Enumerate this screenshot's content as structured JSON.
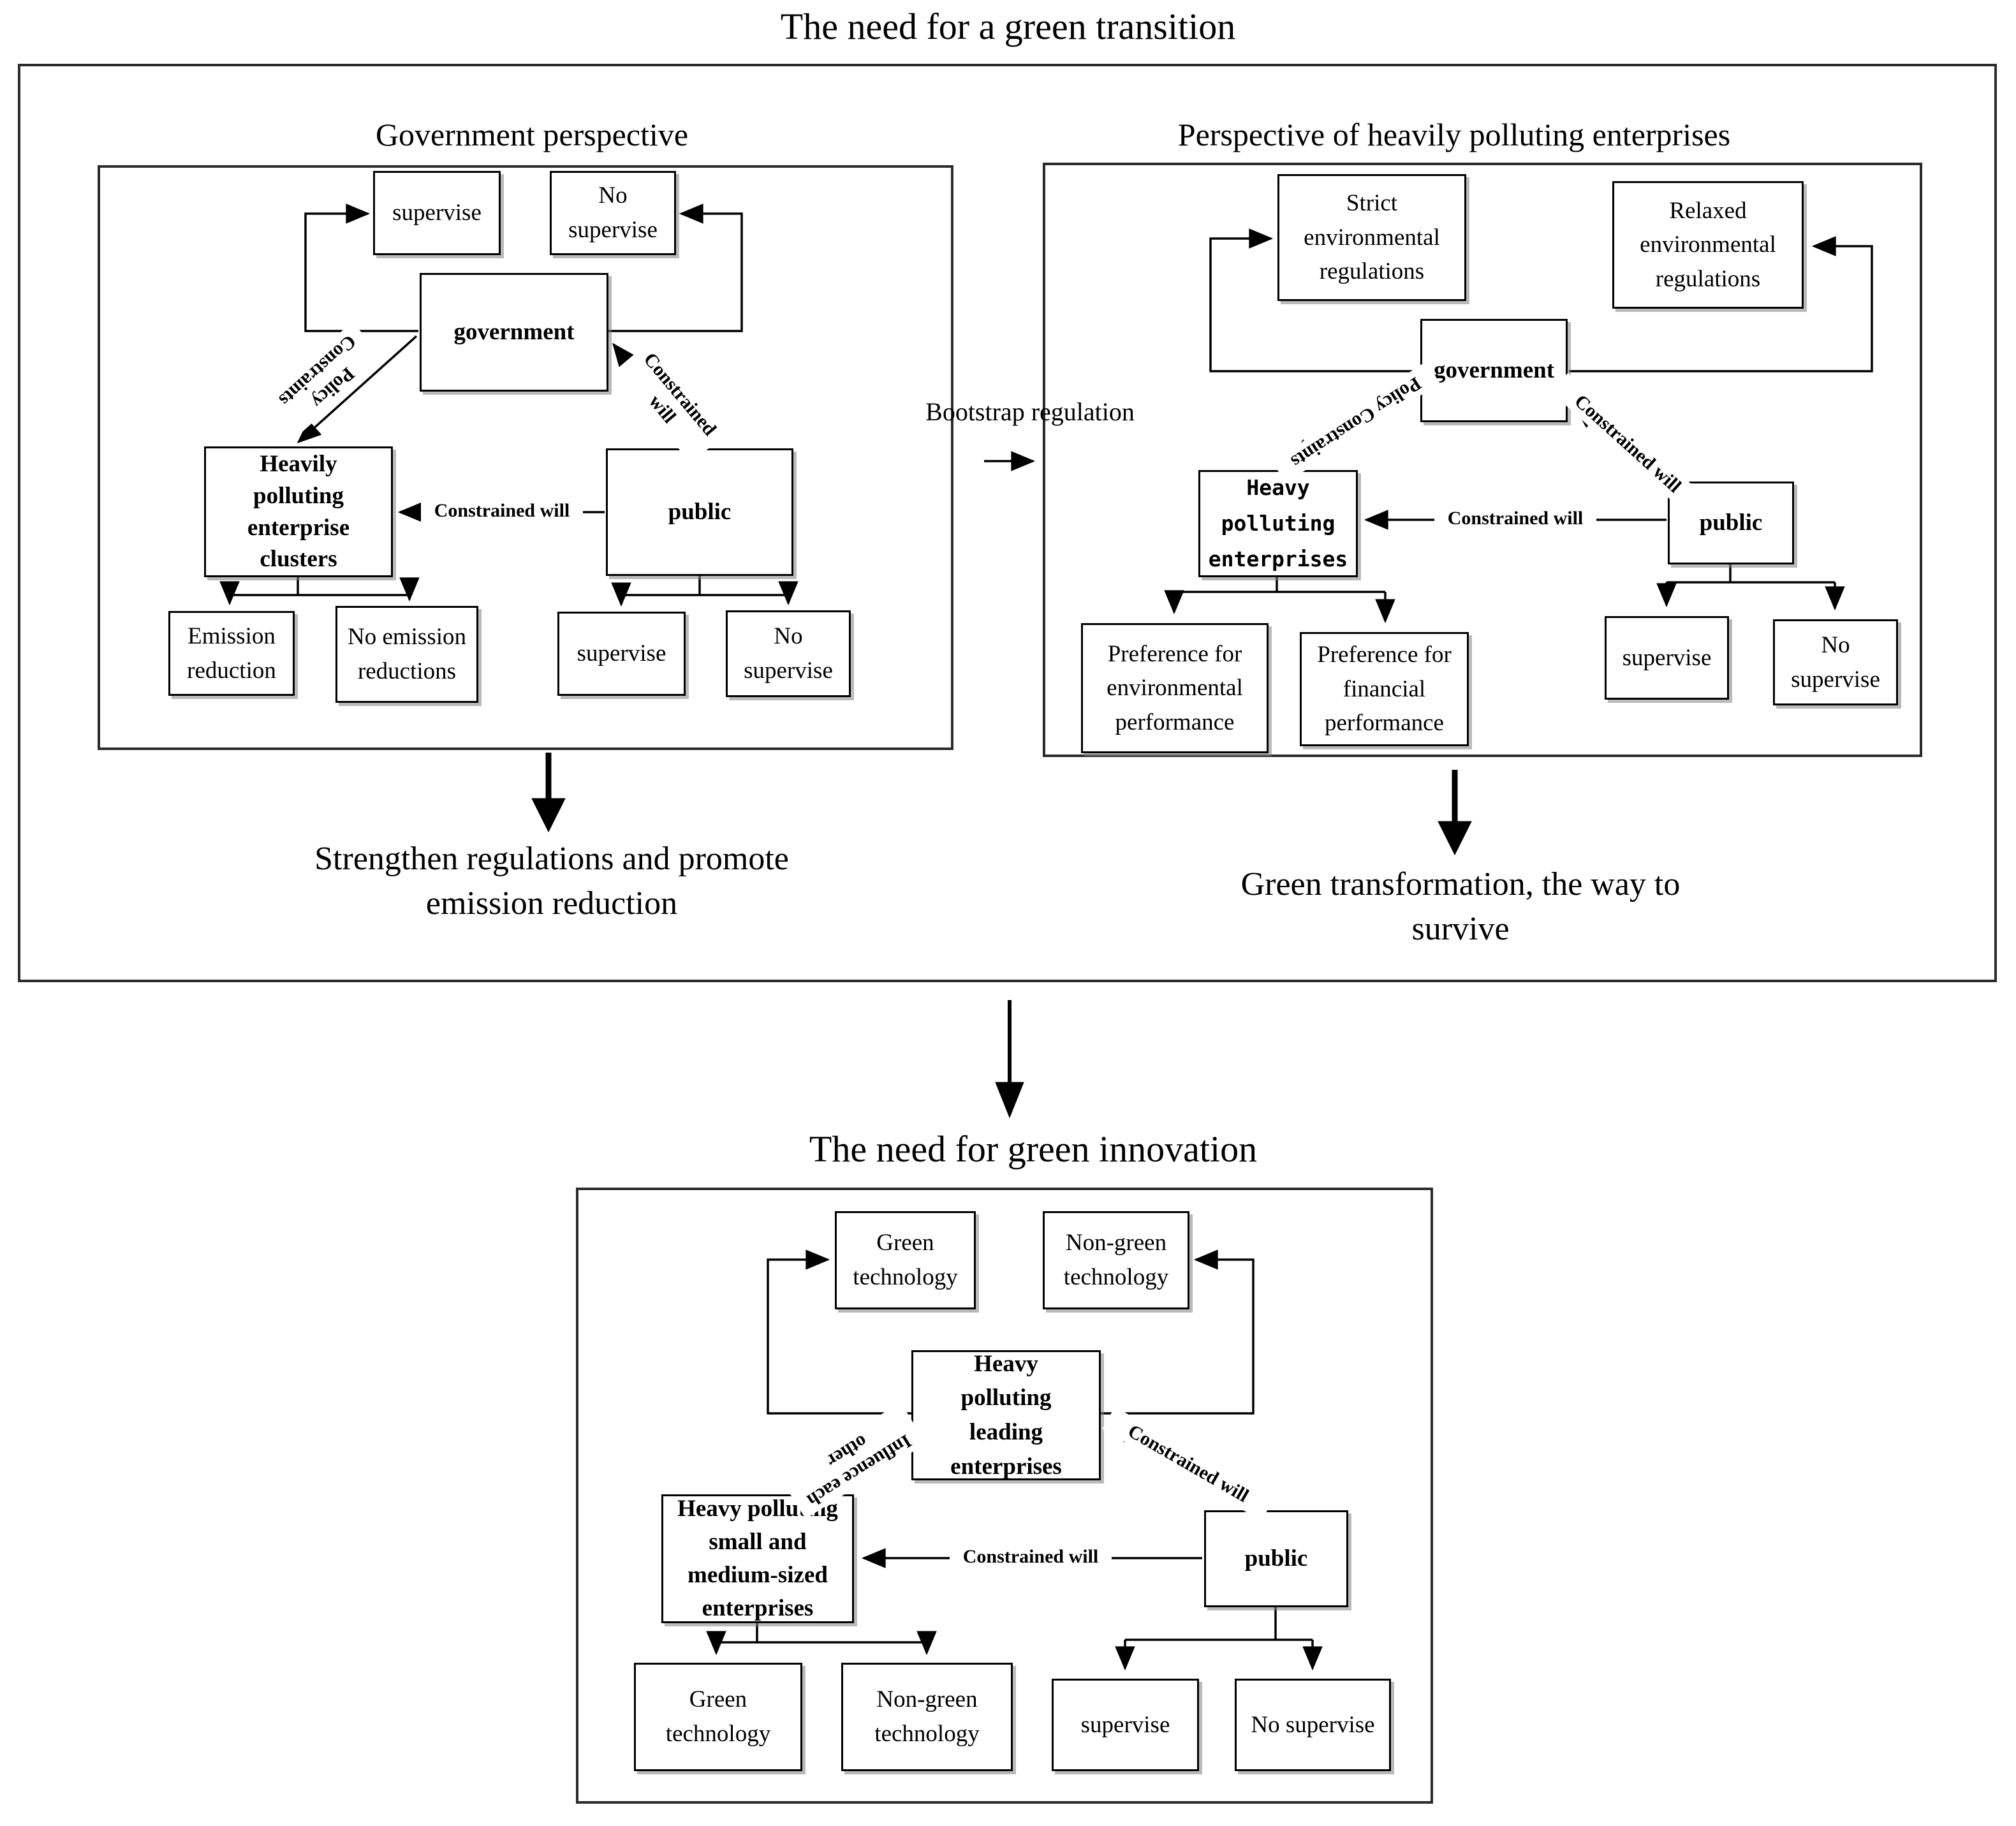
{
  "title": "The need for a green transition",
  "bootstrap_label": "Bootstrap regulation",
  "gov": {
    "title": "Government perspective",
    "boxes": {
      "supervise_top": "supervise",
      "no_supervise_top": "No supervise",
      "government": "government",
      "clusters": "Heavily polluting enterprise clusters",
      "public": "public",
      "emission_reduction": "Emission reduction",
      "no_emission_reductions": "No emission reductions",
      "supervise_bottom": "supervise",
      "no_supervise_bottom": "No supervise"
    },
    "labels": {
      "policy_constraints": "Policy Constraints",
      "constrained_will_diagonal": "Constrained will",
      "constrained_will_horizontal": "Constrained will"
    },
    "caption": "Strengthen regulations and promote emission reduction"
  },
  "ent": {
    "title": "Perspective of heavily polluting enterprises",
    "boxes": {
      "strict_regulations": "Strict environmental regulations",
      "relaxed_regulations": "Relaxed environmental regulations",
      "government": "government",
      "heavy_polluting_enterprises": "Heavy polluting enterprises",
      "public": "public",
      "preference_environmental": "Preference for environmental performance",
      "preference_financial": "Preference for financial performance",
      "supervise": "supervise",
      "no_supervise": "No supervise"
    },
    "labels": {
      "policy_constraints": "Policy Constraints",
      "constrained_will_diagonal": "Constrained will",
      "constrained_will_horizontal": "Constrained will"
    },
    "caption": "Green transformation, the way to survive"
  },
  "inno": {
    "title": "The need for green innovation",
    "boxes": {
      "green_technology_top": "Green technology",
      "non_green_technology_top": "Non-green technology",
      "leading_enterprises": "Heavy polluting leading enterprises",
      "sme_enterprises": "Heavy polluting small and medium-sized enterprises",
      "public": "public",
      "green_technology_bottom": "Green technology",
      "non_green_technology_bottom": "Non-green technology",
      "supervise": "supervise",
      "no_supervise": "No supervise"
    },
    "labels": {
      "influence_each_other": "Influence each other",
      "constrained_will_diagonal": "Constrained will",
      "constrained_will_horizontal": "Constrained will"
    }
  }
}
